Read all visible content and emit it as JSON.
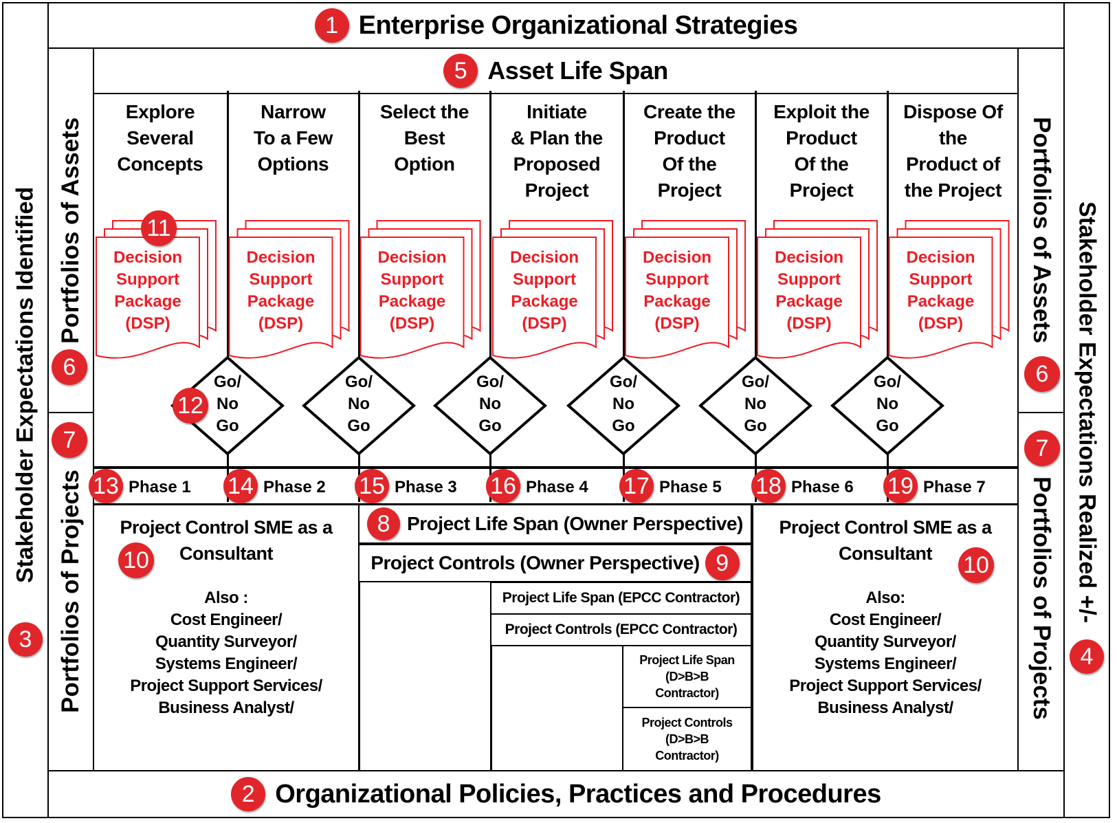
{
  "top_band": {
    "badge": "1",
    "label": "Enterprise Organizational Strategies"
  },
  "bottom_band": {
    "badge": "2",
    "label": "Organizational Policies, Practices and Procedures"
  },
  "left_band": {
    "badge": "3",
    "label": "Stakeholder Expectations Identified"
  },
  "right_band": {
    "badge": "4",
    "label": "Stakeholder Expectations Realized +/-"
  },
  "asset_life_span": {
    "badge": "5",
    "label": "Asset Life Span"
  },
  "portfolios_assets": {
    "badge": "6",
    "label": "Portfolios of Assets"
  },
  "portfolios_projects": {
    "badge": "7",
    "label": "Portfolios of Projects"
  },
  "phases": [
    {
      "header": [
        "Explore",
        "Several",
        "Concepts"
      ],
      "dsp": [
        "Decision",
        "Support",
        "Package",
        "(DSP)"
      ],
      "label": "Phase 1",
      "badge": "13"
    },
    {
      "header": [
        "Narrow",
        "To a Few",
        "Options"
      ],
      "dsp": [
        "Decision",
        "Support",
        "Package",
        "(DSP)"
      ],
      "label": "Phase 2",
      "badge": "14"
    },
    {
      "header": [
        "Select the",
        "Best",
        "Option"
      ],
      "dsp": [
        "Decision",
        "Support",
        "Package",
        "(DSP)"
      ],
      "label": "Phase 3",
      "badge": "15"
    },
    {
      "header": [
        "Initiate",
        "& Plan the",
        "Proposed",
        "Project"
      ],
      "dsp": [
        "Decision",
        "Support",
        "Package",
        "(DSP)"
      ],
      "label": "Phase 4",
      "badge": "16"
    },
    {
      "header": [
        "Create the",
        "Product",
        "Of the",
        "Project"
      ],
      "dsp": [
        "Decision",
        "Support",
        "Package",
        "(DSP)"
      ],
      "label": "Phase 5",
      "badge": "17"
    },
    {
      "header": [
        "Exploit the",
        "Product",
        "Of the",
        "Project"
      ],
      "dsp": [
        "Decision",
        "Support",
        "Package",
        "(DSP)"
      ],
      "label": "Phase 6",
      "badge": "18"
    },
    {
      "header": [
        "Dispose Of",
        "the",
        "Product of",
        "the Project"
      ],
      "dsp": [
        "Decision",
        "Support",
        "Package",
        "(DSP)"
      ],
      "label": "Phase 7",
      "badge": "19"
    }
  ],
  "gates": [
    [
      "Go/",
      "No",
      "Go"
    ],
    [
      "Go/",
      "No",
      "Go"
    ],
    [
      "Go/",
      "No",
      "Go"
    ],
    [
      "Go/",
      "No",
      "Go"
    ],
    [
      "Go/",
      "No",
      "Go"
    ],
    [
      "Go/",
      "No",
      "Go"
    ]
  ],
  "dsp_badge": "11",
  "gate_badge": "12",
  "consultant_left": {
    "badge": "10",
    "title": [
      "Project Control SME as a",
      "Consultant"
    ],
    "also": [
      "Also :",
      "Cost Engineer/",
      "Quantity Surveyor/",
      "Systems Engineer/",
      "Project Support Services/",
      "Business Analyst/"
    ]
  },
  "consultant_right": {
    "badge": "10",
    "title": [
      "Project Control SME as a",
      "Consultant"
    ],
    "also": [
      "Also:",
      "Cost Engineer/",
      "Quantity Surveyor/",
      "Systems Engineer/",
      "Project Support Services/",
      "Business Analyst/"
    ]
  },
  "owner_life_span": {
    "badge": "8",
    "label": "Project Life Span (Owner Perspective)"
  },
  "owner_controls": {
    "badge": "9",
    "label": "Project Controls (Owner Perspective)"
  },
  "epcc_life_span": "Project Life Span (EPCC Contractor)",
  "epcc_controls": "Project Controls (EPCC Contractor)",
  "dbb_life_span": [
    "Project Life Span",
    "(D>B>B",
    "Contractor)"
  ],
  "dbb_controls": [
    "Project Controls",
    "(D>B>B",
    "Contractor)"
  ],
  "colors": {
    "badge": "#e0262b",
    "dsp": "#ee1c25",
    "line": "#000000"
  }
}
